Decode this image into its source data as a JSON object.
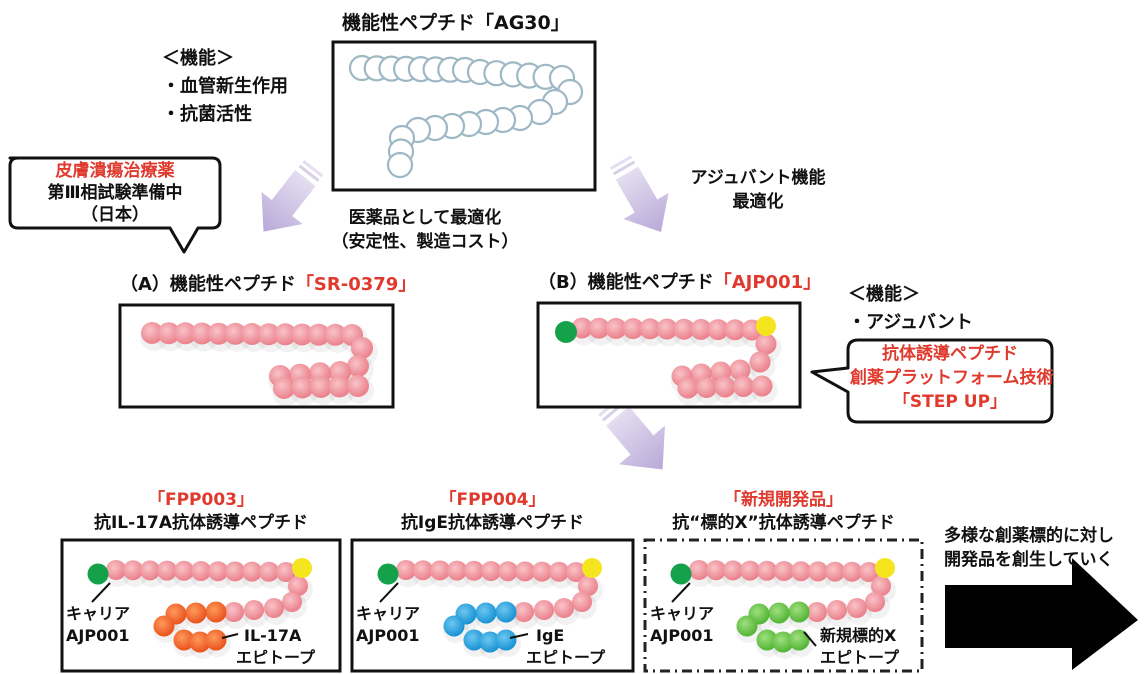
{
  "top": {
    "title": "機能性ペプチド「AG30」",
    "function_heading": "＜機能＞",
    "function_items": [
      "・血管新生作用",
      "・抗菌活性"
    ]
  },
  "callout_left": {
    "title": "皮膚潰瘍治療薬",
    "line1": "第Ⅲ相試験準備中",
    "line2": "（日本）"
  },
  "arrow_left_caption": {
    "line1": "医薬品として最適化",
    "line2": "（安定性、製造コスト）"
  },
  "arrow_right_caption": {
    "line1": "アジュバント機能",
    "line2": "最適化"
  },
  "peptide_a": {
    "prefix": "（A）機能性ペプチド",
    "name": "「SR-0379」"
  },
  "peptide_b": {
    "prefix": "（B）機能性ペプチド",
    "name": "「AJP001」",
    "function_heading": "＜機能＞",
    "function_item": "・アジュバント"
  },
  "callout_right": {
    "line1": "抗体誘導ペプチド",
    "line2": "創薬プラットフォーム技術",
    "line3": "「STEP UP」"
  },
  "products": [
    {
      "code": "「FPP003」",
      "desc": "抗IL-17A抗体誘導ペプチド",
      "carrier1": "キャリア",
      "carrier2": "AJP001",
      "epitope1": "IL-17A",
      "epitope2": "エピトープ"
    },
    {
      "code": "「FPP004」",
      "desc": "抗IgE抗体誘導ペプチド",
      "carrier1": "キャリア",
      "carrier2": "AJP001",
      "epitope1": "IgE",
      "epitope2": "エピトープ"
    },
    {
      "code": "「新規開発品」",
      "desc": "抗“標的X”抗体誘導ペプチド",
      "carrier1": "キャリア",
      "carrier2": "AJP001",
      "epitope1": "新規標的X",
      "epitope2": "エピトープ"
    }
  ],
  "outlook": {
    "line1": "多様な創薬標的に対し",
    "line2": "開発品を創生していく"
  },
  "colors": {
    "accent_red": "#e03a2e",
    "peptide_pink": "#f08c96",
    "ag30_outline": "#9db8c4",
    "carrier_green": "#15a04a",
    "end_yellow": "#f5e51e",
    "epitope_il17a": "#f05a1e",
    "epitope_ige": "#189bdc",
    "epitope_x": "#5cbf3a",
    "process_arrow": "#c9bde0"
  }
}
